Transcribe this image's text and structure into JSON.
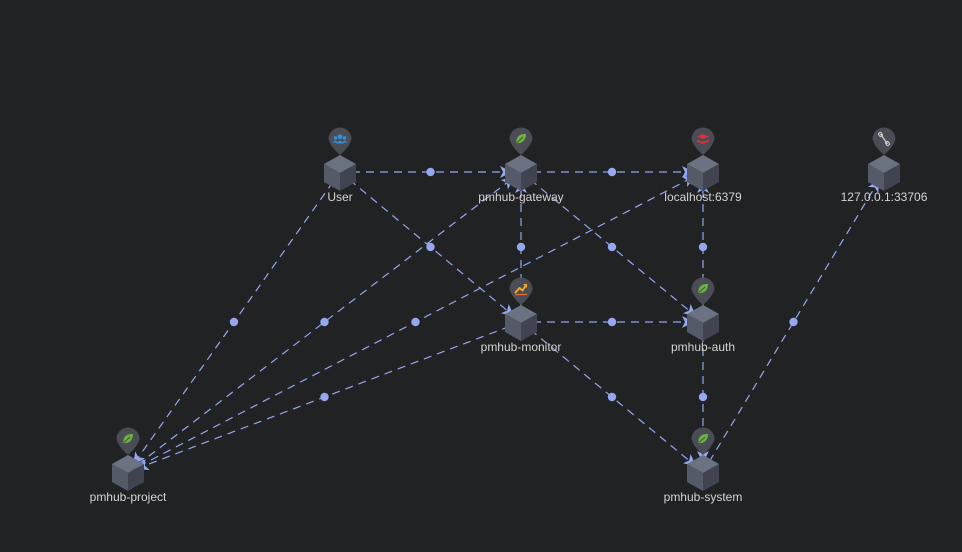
{
  "colors": {
    "background": "#212224",
    "edge": "#94a7ef",
    "cube_top": "#6b7282",
    "cube_left": "#545a67",
    "cube_right": "#3f4450",
    "pin": "#4a4d55",
    "label": "#d4d4d4"
  },
  "nodes": [
    {
      "id": "user",
      "label": "User",
      "icon": "users-icon",
      "icon_color": "#2f8fe0"
    },
    {
      "id": "gateway",
      "label": "pmhub-gateway",
      "icon": "spring-leaf-icon",
      "icon_color": "#6db33f"
    },
    {
      "id": "redis",
      "label": "localhost:6379",
      "icon": "redis-icon",
      "icon_color": "#d8323c"
    },
    {
      "id": "unknown",
      "label": "127.0.0.1:33706",
      "icon": "link-icon",
      "icon_color": "#c8c8c8"
    },
    {
      "id": "monitor",
      "label": "pmhub-monitor",
      "icon": "monitor-icon",
      "icon_color": "#f0a830"
    },
    {
      "id": "auth",
      "label": "pmhub-auth",
      "icon": "spring-leaf-icon",
      "icon_color": "#6db33f"
    },
    {
      "id": "project",
      "label": "pmhub-project",
      "icon": "spring-leaf-icon",
      "icon_color": "#6db33f"
    },
    {
      "id": "system",
      "label": "pmhub-system",
      "icon": "spring-leaf-icon",
      "icon_color": "#6db33f"
    }
  ],
  "edges": [
    {
      "from": "user",
      "to": "gateway"
    },
    {
      "from": "gateway",
      "to": "redis"
    },
    {
      "from": "user",
      "to": "monitor"
    },
    {
      "from": "user",
      "to": "project"
    },
    {
      "from": "project",
      "to": "gateway"
    },
    {
      "from": "project",
      "to": "redis"
    },
    {
      "from": "monitor",
      "to": "project"
    },
    {
      "from": "monitor",
      "to": "gateway"
    },
    {
      "from": "monitor",
      "to": "auth"
    },
    {
      "from": "monitor",
      "to": "system"
    },
    {
      "from": "auth",
      "to": "redis"
    },
    {
      "from": "gateway",
      "to": "auth"
    },
    {
      "from": "auth",
      "to": "system"
    },
    {
      "from": "system",
      "to": "unknown"
    }
  ]
}
